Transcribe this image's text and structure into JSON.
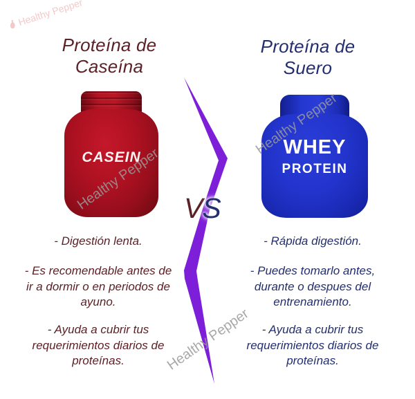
{
  "brand": {
    "watermark_text": "Healthy Pepper",
    "corner_logo_text": "Healthy Pepper"
  },
  "versus": {
    "v": "V",
    "s": "S",
    "v_color": "#5d2026",
    "s_color": "#232e6e",
    "bolt_color": "#7d1ed8"
  },
  "left": {
    "title_line1": "Proteína de",
    "title_line2": "Caseína",
    "title_color": "#5d2026",
    "jar_label": "CASEIN",
    "jar_color_main": "#ad1121",
    "jar_color_dark": "#7a0b15",
    "bullets": [
      [
        "- Digestión lenta."
      ],
      [
        "- Es recomendable antes de",
        "ir a dormir o en periodos de",
        "ayuno."
      ],
      [
        "- Ayuda a cubrir tus",
        "requerimientos diarios de",
        "proteínas."
      ]
    ]
  },
  "right": {
    "title_line1": "Proteína de",
    "title_line2": "Suero",
    "title_color": "#232e6e",
    "jar_label_line1": "WHEY",
    "jar_label_line2": "PROTEIN",
    "jar_color_main": "#2234cc",
    "jar_color_dark": "#14219e",
    "bullets": [
      [
        "- Rápida digestión."
      ],
      [
        "- Puedes tomarlo antes,",
        "durante o despues del",
        "entrenamiento."
      ],
      [
        "- Ayuda a cubrir tus",
        "requerimientos diarios de",
        "proteínas."
      ]
    ]
  }
}
